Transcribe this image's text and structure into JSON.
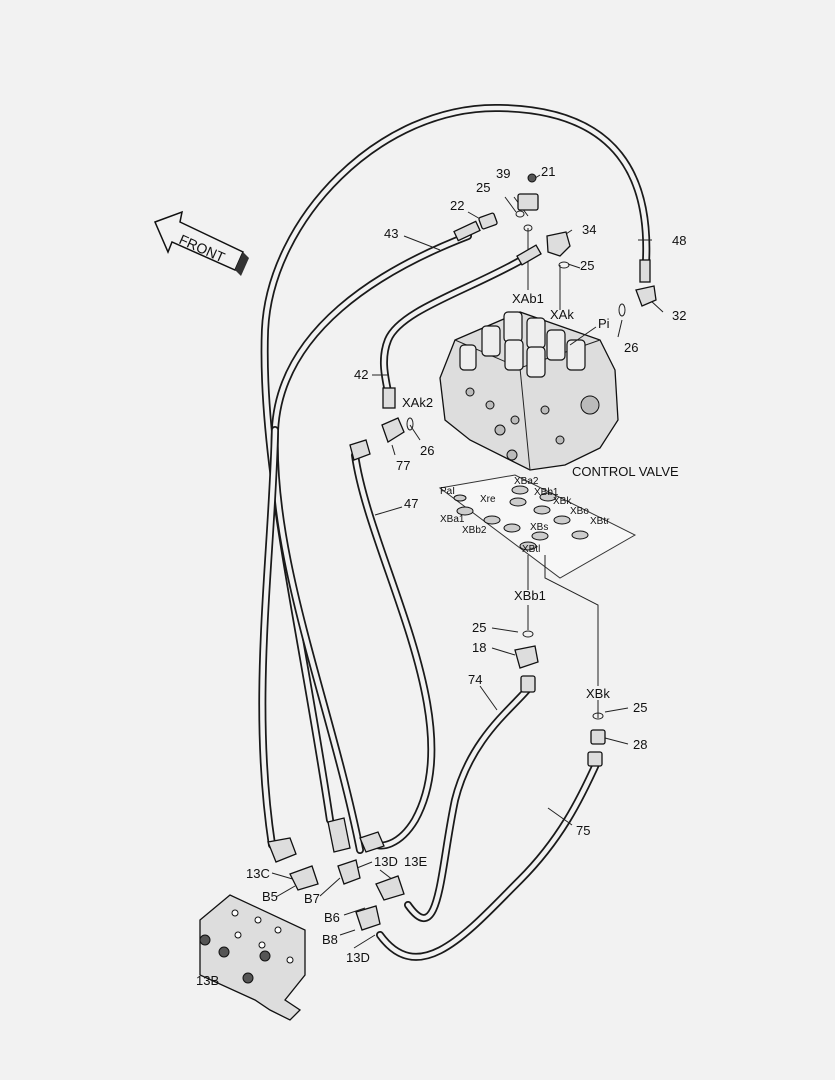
{
  "arrow": {
    "text": "FRONT"
  },
  "titles": {
    "control_valve": "CONTROL VALVE"
  },
  "part_numbers": {
    "p21": "21",
    "p39": "39",
    "p25a": "25",
    "p22": "22",
    "p43": "43",
    "p34": "34",
    "p48": "48",
    "p25b": "25",
    "p32": "32",
    "p26a": "26",
    "p42": "42",
    "p26b": "26",
    "p77": "77",
    "p47": "47",
    "p25c": "25",
    "p18": "18",
    "p74": "74",
    "p25d": "25",
    "p28": "28",
    "p75": "75",
    "p13c": "13C",
    "p13d_top": "13D",
    "p13e": "13E",
    "p13d_bot": "13D",
    "p13b": "13B"
  },
  "ports": {
    "xab1": "XAb1",
    "xak": "XAk",
    "pi": "Pi",
    "xak2": "XAk2",
    "xbb1": "XBb1",
    "xbk": "XBk",
    "b5": "B5",
    "b7": "B7",
    "b6": "B6",
    "b8": "B8"
  },
  "port_plate": {
    "pai": "PaI",
    "xba2": "XBa2",
    "xbb1": "XBb1",
    "xre": "Xre",
    "xbk": "XBk",
    "xbo": "XBo",
    "xba1": "XBa1",
    "xbtr": "XBtr",
    "xbs": "XBs",
    "xbb2": "XBb2",
    "xbtl": "XBtl"
  },
  "colors": {
    "background": "#f2f2f2",
    "line": "#1a1a1a"
  }
}
